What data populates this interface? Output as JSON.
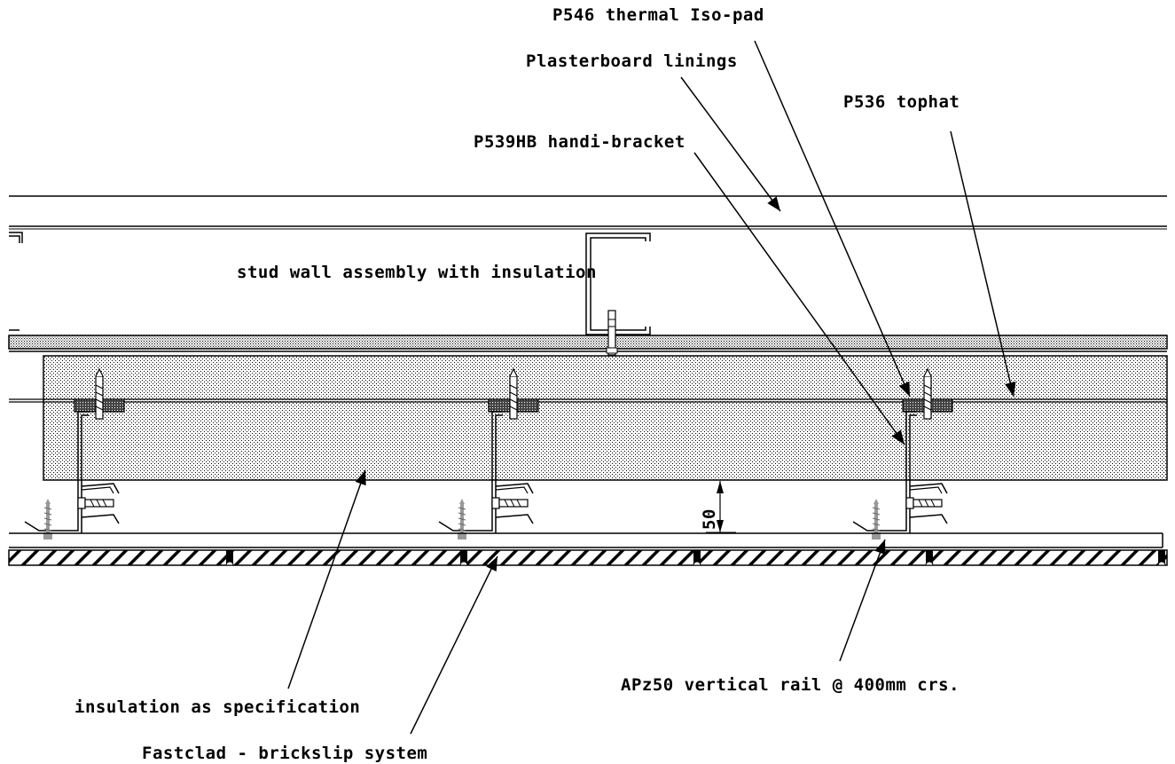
{
  "labels": {
    "iso_pad": "P546 thermal Iso-pad",
    "plasterboard": "Plasterboard linings",
    "tophat": "P536 tophat",
    "handi_bracket": "P539HB handi-bracket",
    "stud_wall": "stud wall assembly with insulation",
    "insulation": "insulation as specification",
    "brickslip": "Fastclad - brickslip system",
    "rail": "APz50 vertical rail @ 400mm crs.",
    "dimension": "50"
  },
  "colors": {
    "line": "#000000",
    "fixing": "#999999"
  }
}
